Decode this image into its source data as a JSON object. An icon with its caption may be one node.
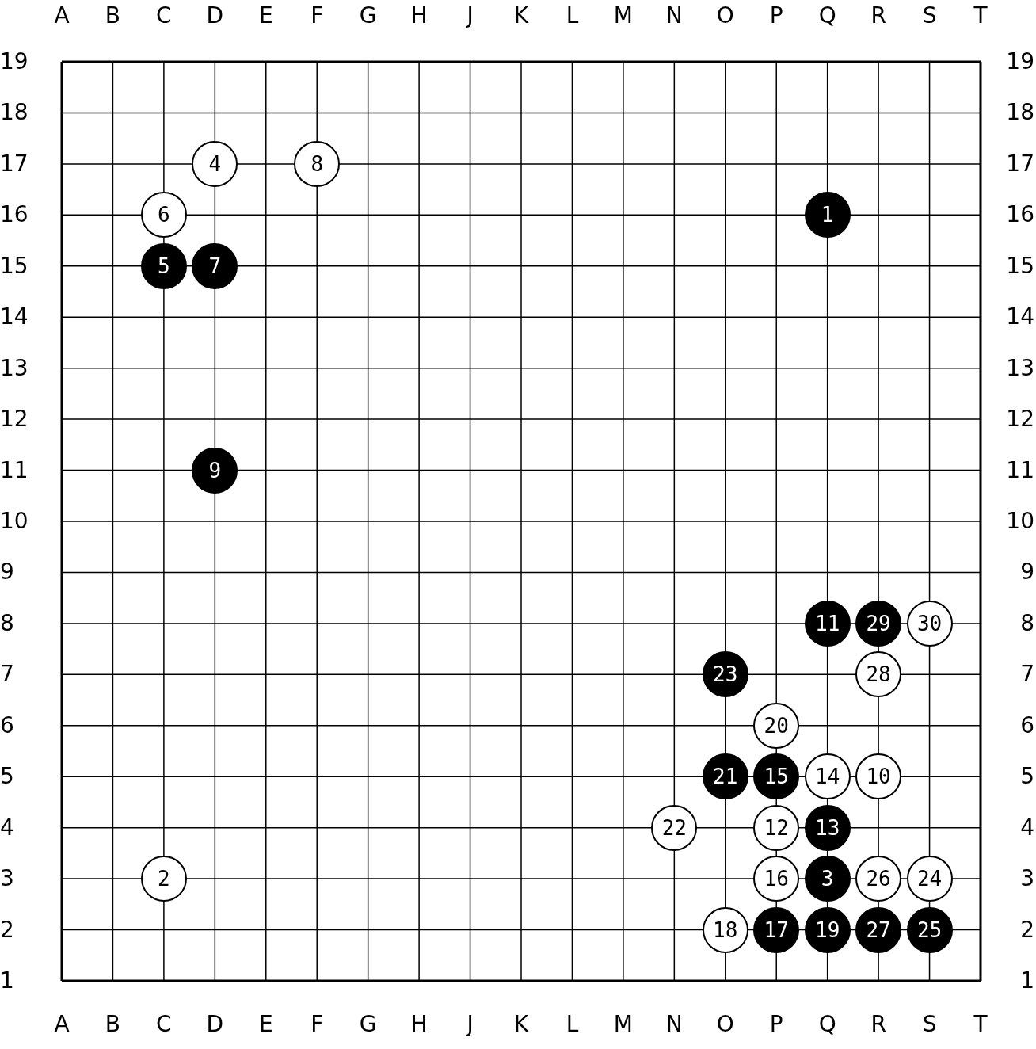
{
  "diagram": {
    "nodes": [
      {
        "text": [
          "4"
        ]
      },
      {
        "text": [
          "8"
        ]
      },
      {
        "text": [
          "6"
        ]
      },
      {
        "text": [
          "1"
        ]
      },
      {
        "text": [
          "5"
        ]
      },
      {
        "text": [
          "7"
        ]
      },
      {
        "text": [
          "9"
        ]
      },
      {
        "text": [
          "11"
        ]
      },
      {
        "text": [
          "29"
        ]
      },
      {
        "text": [
          "30"
        ]
      },
      {
        "text": [
          "23"
        ]
      },
      {
        "text": [
          "28"
        ]
      },
      {
        "text": [
          "20"
        ]
      },
      {
        "text": [
          "21"
        ]
      },
      {
        "text": [
          "15"
        ]
      },
      {
        "text": [
          "14"
        ]
      },
      {
        "text": [
          "10"
        ]
      },
      {
        "text": [
          "22"
        ]
      },
      {
        "text": [
          "12"
        ]
      },
      {
        "text": [
          "13"
        ]
      },
      {
        "text": [
          "2"
        ]
      },
      {
        "text": [
          "16"
        ]
      },
      {
        "text": [
          "3"
        ]
      },
      {
        "text": [
          "26"
        ]
      },
      {
        "text": [
          "24"
        ]
      },
      {
        "text": [
          "18"
        ]
      },
      {
        "text": [
          "17"
        ]
      },
      {
        "text": [
          "19"
        ]
      },
      {
        "text": [
          "27"
        ]
      },
      {
        "text": [
          "25"
        ]
      }
    ],
    "labels": [
      "A",
      "B",
      "C",
      "D",
      "E",
      "F",
      "G",
      "H",
      "J",
      "K",
      "L",
      "M",
      "N",
      "O",
      "P",
      "Q",
      "R",
      "S",
      "T",
      "19",
      "19",
      "18",
      "18",
      "17",
      "17",
      "16",
      "16",
      "15",
      "15",
      "14",
      "14",
      "13",
      "13",
      "12",
      "12",
      "11",
      "11",
      "10",
      "10",
      "9",
      "9",
      "8",
      "8",
      "7",
      "7",
      "6",
      "6",
      "5",
      "5",
      "4",
      "4",
      "3",
      "3",
      "2",
      "2",
      "1",
      "1",
      "A",
      "B",
      "C",
      "D",
      "E",
      "F",
      "G",
      "H",
      "J",
      "K",
      "L",
      "M",
      "N",
      "O",
      "P",
      "Q",
      "R",
      "S",
      "T"
    ]
  }
}
